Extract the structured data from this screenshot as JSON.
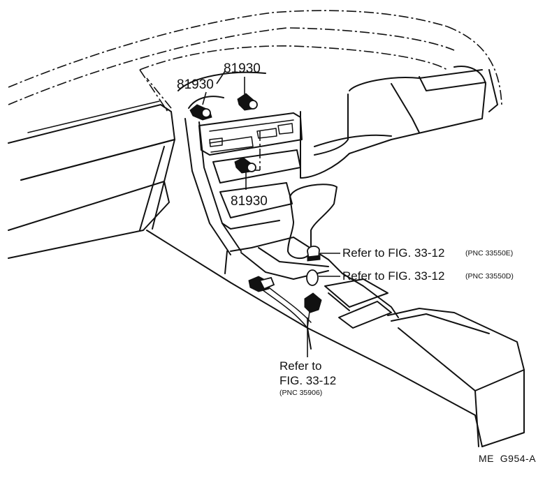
{
  "parts": {
    "part_number": "81930"
  },
  "references": [
    {
      "text": "Refer to FIG. 33-12",
      "pnc": "(PNC 33550E)"
    },
    {
      "text": "Refer to FIG. 33-12",
      "pnc": "(PNC 33550D)"
    }
  ],
  "bottom_reference": {
    "line1": "Refer to",
    "line2": "FIG. 33-12",
    "pnc": "(PNC 35906)"
  },
  "figure_code": "ME  G954-A"
}
